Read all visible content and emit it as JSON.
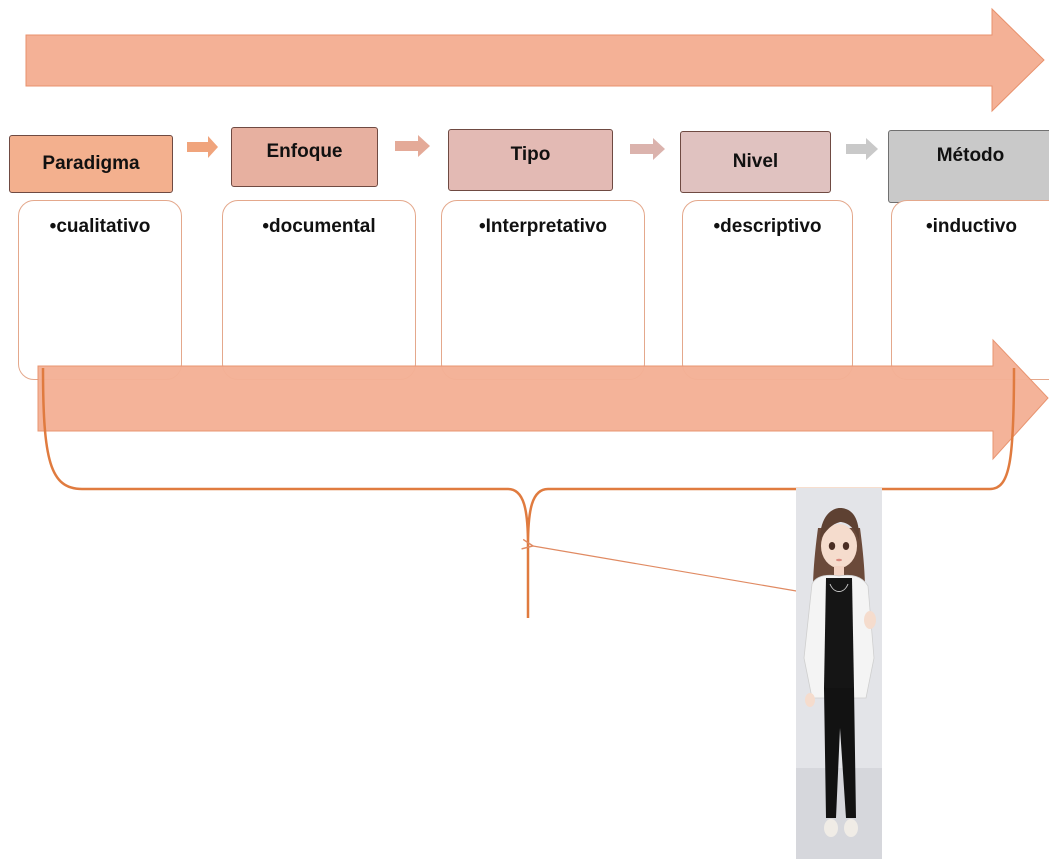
{
  "steps": [
    {
      "header": "Paradigma",
      "value": "cualitativo",
      "fill": "#f3b08e"
    },
    {
      "header": "Enfoque",
      "value": "documental",
      "fill": "#e7b0a0"
    },
    {
      "header": "Tipo",
      "value": "Interpretativo",
      "fill": "#e3bab4"
    },
    {
      "header": "Nivel",
      "value": "descriptivo",
      "fill": "#e0c2c0"
    },
    {
      "header": "Método",
      "value": "inductivo",
      "fill": "#c9c9c9"
    }
  ],
  "bullet_symbol": "•",
  "colors": {
    "arrow_fill": "#f4b196",
    "arrow_stroke": "#e8916c",
    "brace_stroke": "#e07b3f",
    "connector_arrows": [
      "#f0a47c",
      "#e4aa98",
      "#dbb3ad",
      "#c9c9c9"
    ],
    "pointer_line": "#e08a62",
    "card_border": "#e4a88c"
  },
  "icons": {
    "pointer": "arrow-pointer-icon",
    "avatar": "avatar-character-icon"
  }
}
